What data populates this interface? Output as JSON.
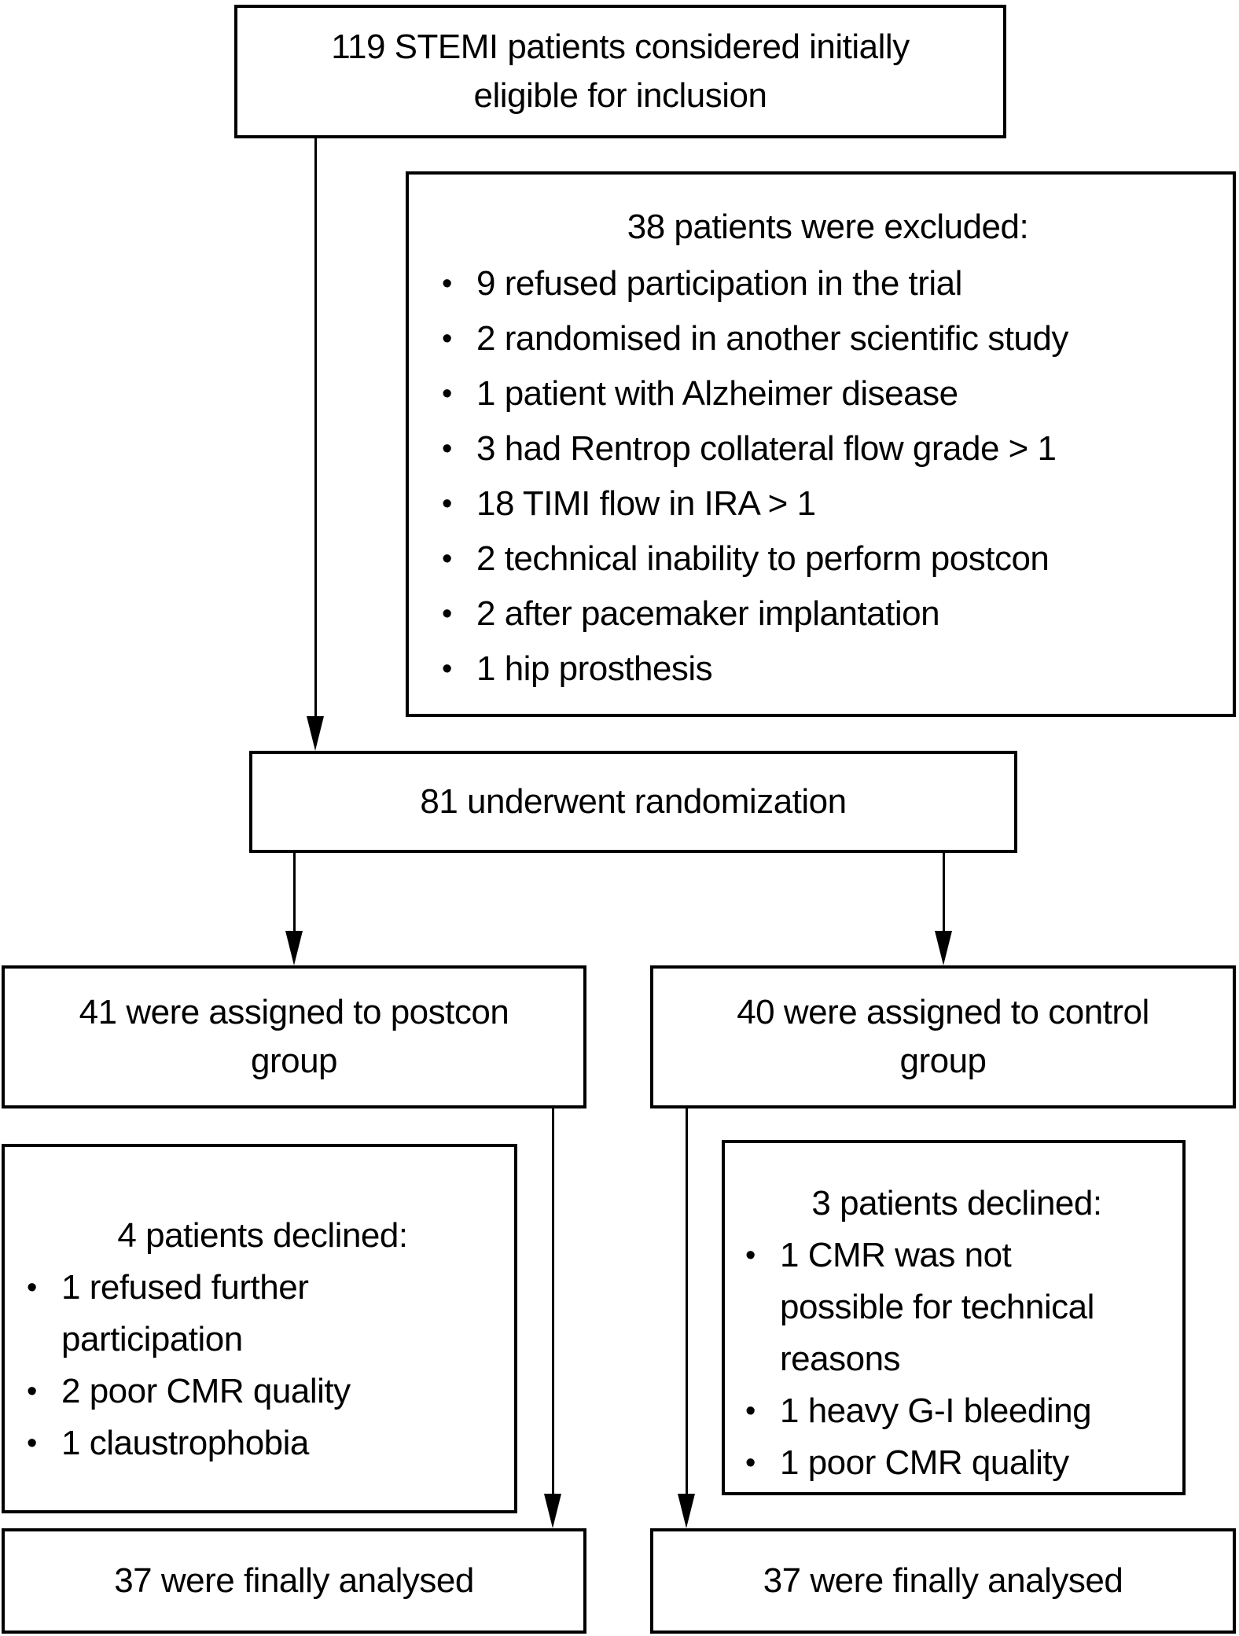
{
  "diagram": {
    "top_box": {
      "text": "119 STEMI patients considered initially\neligible for inclusion"
    },
    "exclusion_box": {
      "title": "38 patients were excluded:",
      "items": [
        "9 refused participation in the trial",
        "2 randomised in another scientific study",
        "1 patient with Alzheimer disease",
        "3 had Rentrop collateral flow grade > 1",
        "18 TIMI flow in IRA > 1",
        "2 technical inability to perform postcon",
        "2 after pacemaker implantation",
        "1 hip prosthesis"
      ]
    },
    "randomization_box": {
      "text": "81 underwent randomization"
    },
    "postcon_group_box": {
      "text": "41 were assigned to postcon\ngroup"
    },
    "control_group_box": {
      "text": "40 were assigned to control\ngroup"
    },
    "postcon_declined_box": {
      "title": "4 patients declined:",
      "items": [
        "1 refused further\nparticipation",
        "2 poor CMR quality",
        "1 claustrophobia"
      ]
    },
    "control_declined_box": {
      "title": "3 patients declined:",
      "items": [
        "1 CMR was not\npossible for technical\nreasons",
        "1 heavy G-I bleeding",
        "1 poor CMR quality"
      ]
    },
    "postcon_final_box": {
      "text": "37 were finally analysed"
    },
    "control_final_box": {
      "text": "37 were finally analysed"
    }
  },
  "glyphs": {
    "bullet": "•"
  },
  "colors": {
    "line": "#000000",
    "background": "#ffffff",
    "text": "#000000"
  }
}
